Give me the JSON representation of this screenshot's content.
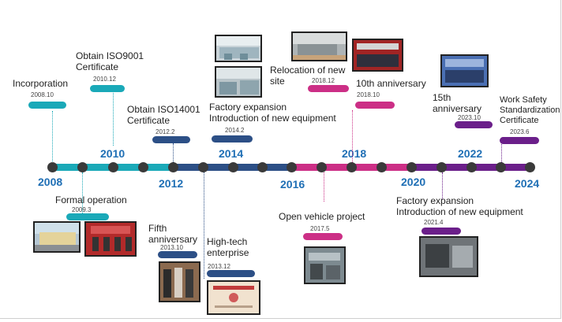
{
  "years": [
    "2008",
    "2010",
    "2012",
    "2014",
    "2016",
    "2018",
    "2020",
    "2022",
    "2024"
  ],
  "events": {
    "incorporation": {
      "label": "Incorporation",
      "date": "2008.10"
    },
    "iso9001": {
      "label_line1": "Obtain ISO9001",
      "label_line2": "Certificate",
      "date": "2010.12"
    },
    "formal_operation": {
      "label": "Formal operation",
      "date": "2009.3"
    },
    "iso14001": {
      "label_line1": "Obtain ISO14001",
      "label_line2": "Certificate",
      "date": "2012.2"
    },
    "fifth_anniversary": {
      "label_line1": "Fifth",
      "label_line2": "anniversary",
      "date": "2013.10"
    },
    "high_tech": {
      "label_line1": "High-tech",
      "label_line2": "enterprise",
      "date": "2013.12"
    },
    "factory_expansion_2014": {
      "label_line1": "Factory expansion",
      "label_line2": "Introduction of new equipment",
      "date": "2014.2"
    },
    "relocation": {
      "label_line1": "Relocation of new",
      "label_line2": "site",
      "date": "2018.12"
    },
    "tenth_anniversary": {
      "label": "10th anniversary",
      "date": "2018.10"
    },
    "open_vehicle": {
      "label": "Open vehicle project",
      "date": "2017.5"
    },
    "fifteenth_anniversary": {
      "label_line1": "15th",
      "label_line2": "anniversary",
      "date": "2023.10"
    },
    "work_safety": {
      "label_line1": "Work Safety",
      "label_line2": "Standardization",
      "label_line3": "Certificate",
      "date": "2023.6"
    },
    "factory_expansion_2021": {
      "label_line1": "Factory expansion",
      "label_line2": "Introduction of new equipment",
      "date": "2021.4"
    }
  },
  "colors": {
    "teal": "#1aa9b8",
    "navy": "#2c4f86",
    "magenta": "#cc2f86",
    "purple": "#6b1f8a",
    "year_blue": "#1f6fb5",
    "node": "#3a3a3a"
  },
  "photos": [
    "factory-photo-2014-a",
    "factory-photo-2014-b",
    "building-photo-2009",
    "ceremony-photo-2009",
    "group-photo-2013",
    "certificate-photo-2013",
    "site-photo-2018",
    "anniversary-photo-2018",
    "vehicle-photo-2017",
    "group-photo-2023",
    "machine-photo-2021"
  ]
}
